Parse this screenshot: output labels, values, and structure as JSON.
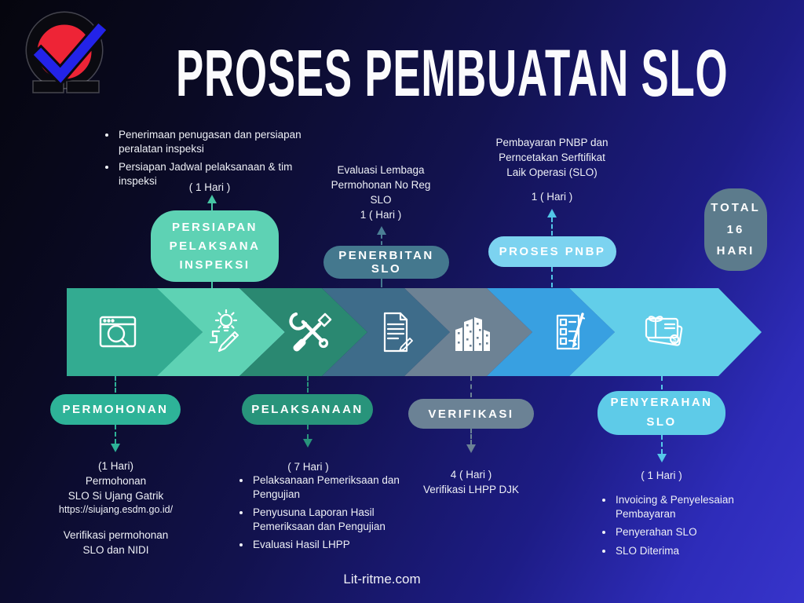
{
  "page": {
    "title": "PROSES PEMBUATAN SLO",
    "footer": "Lit-ritme.com"
  },
  "total_badge": {
    "line1": "TOTAL",
    "line2": "16",
    "line3": "HARI"
  },
  "pills": {
    "persiapan": {
      "line1": "PERSIAPAN",
      "line2": "PELAKSANA",
      "line3": "INSPEKSI"
    },
    "penerbitan": "PENERBITAN SLO",
    "pnbp": "PROSES PNBP",
    "permohonan": "PERMOHONAN",
    "pelaksanaan": "PELAKSANAAN",
    "verifikasi": "VERIFIKASI",
    "penyerahan": {
      "line1": "PENYERAHAN",
      "line2": "SLO"
    }
  },
  "annotations": {
    "persiapan": {
      "bullet1": "Penerimaan penugasan dan persiapan peralatan inspeksi",
      "bullet2": "Persiapan Jadwal pelaksanaan & tim inspeksi",
      "duration": "( 1 Hari )"
    },
    "penerbitan": {
      "line1": "Evaluasi Lembaga",
      "line2": "Permohonan No Reg",
      "line3": "SLO",
      "duration": "1 ( Hari )"
    },
    "pnbp": {
      "line1": "Pembayaran PNBP dan",
      "line2": "Perncetakan Serftifikat",
      "line3": "Laik Operasi (SLO)",
      "duration": "1 ( Hari )"
    },
    "permohonan": {
      "duration": "(1 Hari)",
      "line1": "Permohonan",
      "line2": "SLO Si Ujang Gatrik",
      "link": "https://siujang.esdm.go.id/",
      "line3": "Verifikasi permohonan",
      "line4": "SLO dan NIDI"
    },
    "pelaksanaan": {
      "duration": "( 7 Hari )",
      "bullet1": "Pelaksanaan Pemeriksaan dan Pengujian",
      "bullet2": "Penyusuna Laporan Hasil Pemeriksaan dan Pengujian",
      "bullet3": "Evaluasi Hasil LHPP"
    },
    "verifikasi": {
      "duration": "4 ( Hari )",
      "line1": "Verifikasi LHPP DJK"
    },
    "penyerahan": {
      "duration": "( 1 Hari )",
      "bullet1": "Invoicing & Penyelesaian Pembayaran",
      "bullet2": "Penyerahan SLO",
      "bullet3": "SLO Diterima"
    }
  },
  "flow_icons": [
    "browser-search-icon",
    "idea-planning-icon",
    "tools-icon",
    "document-sign-icon",
    "buildings-icon",
    "checklist-pen-icon",
    "payment-cards-icon"
  ],
  "icon_glyphs": {
    "dollar": "$"
  },
  "colors": {
    "bg_dark": "#05050d",
    "bg_blue": "#3734cb",
    "mint": "#5ed2b4",
    "teal": "#2eb398",
    "green_dark": "#28947b",
    "bar_green_dark": "#2a8871",
    "slate": "#44788e",
    "bar_slate": "#3e6c8a",
    "gray": "#6b8295",
    "badge_gray": "#5c7b8c",
    "blue": "#38a0e1",
    "cyan": "#5ecbe8",
    "pnbp_cyan": "#7cd3f0",
    "logo_red": "#ee2436",
    "logo_blue": "#2323e8",
    "text": "#eef0f6"
  }
}
